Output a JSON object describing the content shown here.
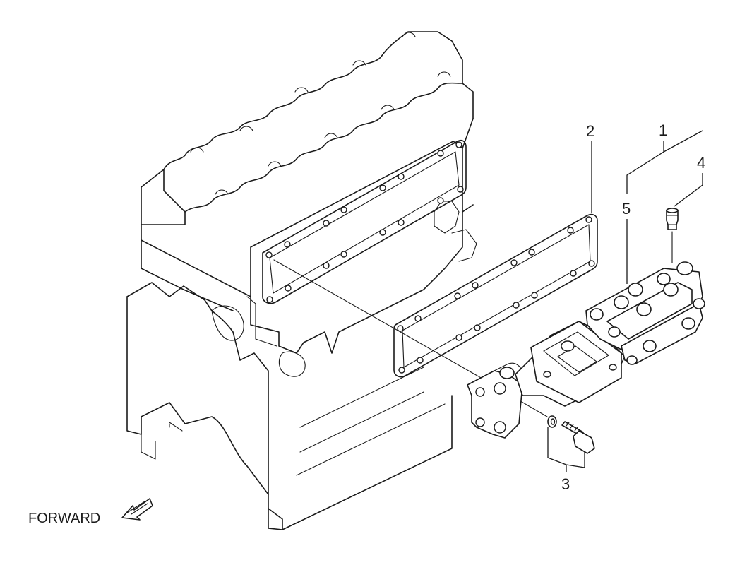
{
  "callouts": {
    "c1": "1",
    "c2": "2",
    "c3": "3",
    "c4": "4",
    "c5": "5"
  },
  "forward_label": "FORWARD",
  "icons": {
    "forward_arrow": "forward-arrow-icon"
  }
}
